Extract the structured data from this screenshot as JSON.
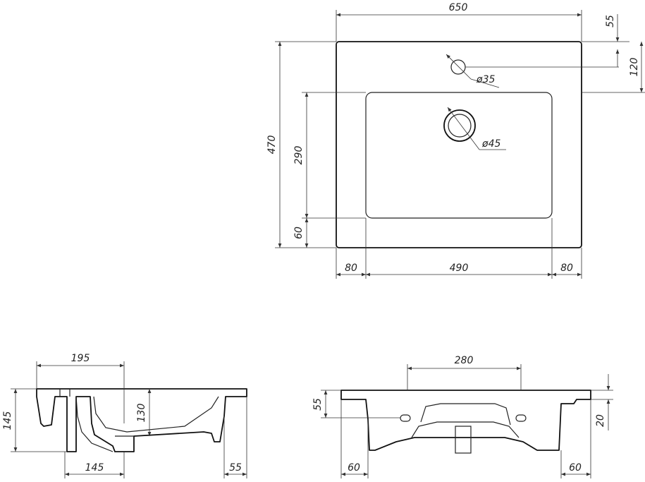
{
  "top_view": {
    "width": "650",
    "top_offset": "55",
    "tap_offset": "120",
    "tap_hole": "ø35",
    "drain_hole": "ø45",
    "depth": "470",
    "bowl_length": "290",
    "front_rim": "60",
    "left_rim": "80",
    "bowl_width": "490",
    "right_rim": "80"
  },
  "side_view": {
    "top_width": "195",
    "height": "145",
    "bowl_depth": "130",
    "bottom_width": "145",
    "rim_overhang": "55"
  },
  "front_view": {
    "overflow_spacing": "280",
    "overflow_height": "55",
    "rim_thickness": "20",
    "left_offset": "60",
    "right_offset": "60"
  }
}
